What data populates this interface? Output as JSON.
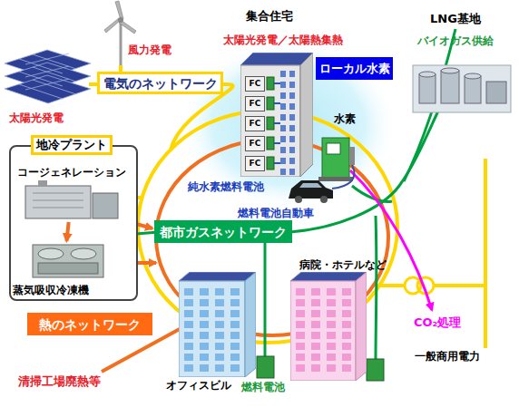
{
  "diagram": {
    "nodes": [
      {
        "text": [
          "電気のネットワーク"
        ]
      },
      {
        "text": [
          "ローカル水素"
        ]
      },
      {
        "text": [
          "地冷プラント"
        ]
      },
      {
        "text": [
          "コージェネレーション"
        ],
        "in": 2
      },
      {
        "text": [
          "蒸気吸収冷凍機"
        ],
        "in": 2
      },
      {
        "text": [
          "都市ガスネットワーク"
        ]
      },
      {
        "text": [
          "熱のネットワーク"
        ]
      },
      {
        "text": [
          "集合住宅"
        ]
      },
      {
        "text": [
          "FC"
        ],
        "in": 7
      },
      {
        "text": [
          "FC"
        ],
        "in": 7
      },
      {
        "text": [
          "FC"
        ],
        "in": 7
      },
      {
        "text": [
          "FC"
        ],
        "in": 7
      },
      {
        "text": [
          "FC"
        ],
        "in": 7
      },
      {
        "text": [
          "オフィスビル"
        ]
      },
      {
        "text": [
          "病院・ホテルなど"
        ]
      }
    ],
    "edges": [
      {
        "from": 3,
        "to": 4,
        "arrow": "to"
      }
    ],
    "labels": [
      "風力発電",
      "太陽光発電",
      "太陽光発電／太陽熱集熱",
      "LNG基地",
      "バイオガス供給",
      "水素",
      "純水素燃料電池",
      "燃料電池自動車",
      "CO₂処理",
      "一般商用電力",
      "清掃工場廃熱等",
      "燃料電池"
    ]
  }
}
